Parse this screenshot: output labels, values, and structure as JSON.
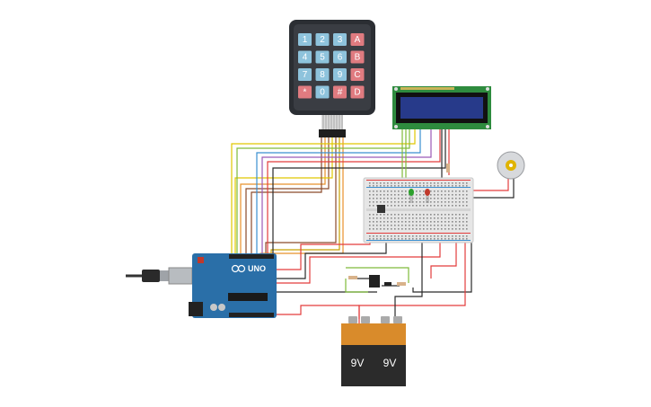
{
  "keypad": {
    "rows": [
      [
        "1",
        "2",
        "3",
        "A"
      ],
      [
        "4",
        "5",
        "6",
        "B"
      ],
      [
        "7",
        "8",
        "9",
        "C"
      ],
      [
        "*",
        "0",
        "#",
        "D"
      ]
    ],
    "colors": {
      "number": "#8ec3dc",
      "letter": "#e07b80",
      "body": "#2b2e33"
    }
  },
  "arduino": {
    "model_label": "UNO",
    "board_color": "#2a6fa8"
  },
  "batteries": [
    {
      "label": "9V"
    },
    {
      "label": "9V"
    }
  ],
  "lcd": {
    "screen_color": "#273a8a",
    "pcb_color": "#2e8b3e"
  },
  "leds": [
    {
      "color": "#2ca02c"
    },
    {
      "color": "#c0392b"
    }
  ],
  "wire_colors": [
    "#e0c800",
    "#7fba3a",
    "#e8902a",
    "#8b4a2a",
    "#3a8fd0",
    "#9b59b6",
    "#e33c3c",
    "#2a2a2a",
    "#c8a000"
  ]
}
